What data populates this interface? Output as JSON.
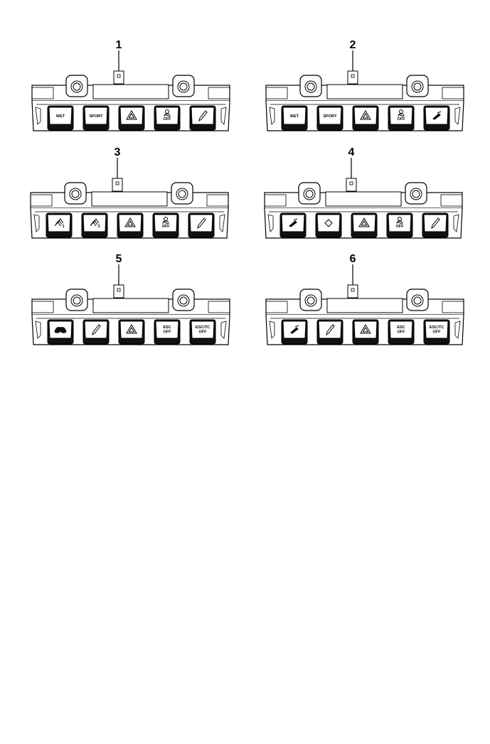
{
  "panels": [
    {
      "number": "1",
      "buttons": [
        {
          "text": "WET",
          "icon": "text"
        },
        {
          "text": "SPORT",
          "icon": "text"
        },
        {
          "text": "",
          "icon": "hazard-triangle-icon"
        },
        {
          "text": "OFF",
          "icon": "seatbelt-off-icon"
        },
        {
          "text": "",
          "icon": "pencil-icon"
        }
      ]
    },
    {
      "number": "2",
      "buttons": [
        {
          "text": "WET",
          "icon": "text"
        },
        {
          "text": "SPORT",
          "icon": "text"
        },
        {
          "text": "",
          "icon": "hazard-triangle-icon"
        },
        {
          "text": "OFF",
          "icon": "seatbelt-off-icon"
        },
        {
          "text": "",
          "icon": "fuel-pump-icon"
        }
      ]
    },
    {
      "number": "3",
      "buttons": [
        {
          "text": "1",
          "icon": "ride-mode-icon"
        },
        {
          "text": "2",
          "icon": "ride-mode-icon"
        },
        {
          "text": "",
          "icon": "hazard-triangle-icon"
        },
        {
          "text": "OFF",
          "icon": "seatbelt-off-icon"
        },
        {
          "text": "",
          "icon": "pencil-icon"
        }
      ]
    },
    {
      "number": "4",
      "buttons": [
        {
          "text": "",
          "icon": "fuel-pump-icon"
        },
        {
          "text": "",
          "icon": "diamond-icon"
        },
        {
          "text": "",
          "icon": "hazard-triangle-icon"
        },
        {
          "text": "OFF",
          "icon": "seatbelt-off-icon"
        },
        {
          "text": "",
          "icon": "pencil-icon"
        }
      ]
    },
    {
      "number": "5",
      "buttons": [
        {
          "text": "",
          "icon": "goggles-icon"
        },
        {
          "text": "",
          "icon": "pencil-icon"
        },
        {
          "text": "",
          "icon": "hazard-triangle-icon"
        },
        {
          "text": "ESC\nOFF",
          "icon": "text"
        },
        {
          "text": "ESC/TC\nOFF",
          "icon": "text"
        }
      ]
    },
    {
      "number": "6",
      "buttons": [
        {
          "text": "",
          "icon": "fuel-pump-icon"
        },
        {
          "text": "",
          "icon": "pencil-icon"
        },
        {
          "text": "",
          "icon": "hazard-triangle-icon"
        },
        {
          "text": "ESC\nOFF",
          "icon": "text"
        },
        {
          "text": "ESC/TC\nOFF",
          "icon": "text"
        }
      ]
    }
  ],
  "colors": {
    "line": "#000000",
    "button_base": "#111111",
    "background": "#ffffff"
  }
}
